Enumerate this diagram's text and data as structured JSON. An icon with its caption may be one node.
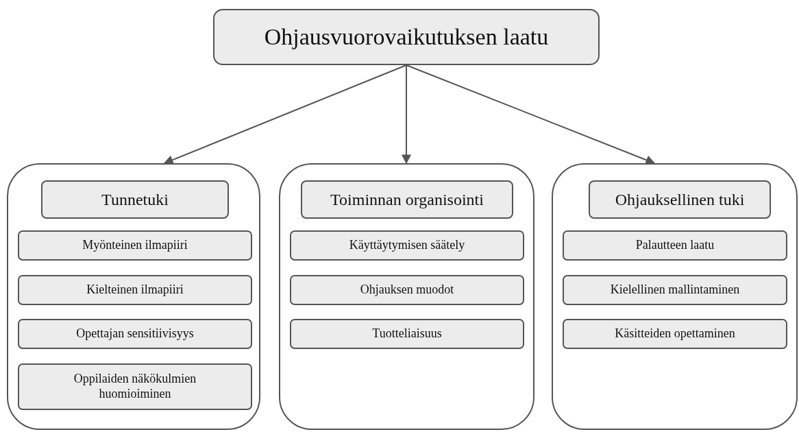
{
  "diagram": {
    "nodes": [
      {
        "text": [
          "Ohjausvuorovaikutuksen laatu"
        ]
      },
      {
        "text": [],
        "shape": "box"
      },
      {
        "text": [
          "Tunnetuki"
        ],
        "in": 1
      },
      {
        "text": [
          "Myönteinen ilmapiiri"
        ],
        "in": 1
      },
      {
        "text": [
          "Kielteinen ilmapiiri"
        ],
        "in": 1
      },
      {
        "text": [
          "Opettajan sensitiivisyys"
        ],
        "in": 1
      },
      {
        "text": [
          "Oppilaiden näkökulmien huomioiminen"
        ],
        "in": 1
      },
      {
        "text": [],
        "shape": "box"
      },
      {
        "text": [
          "Toiminnan organisointi"
        ],
        "in": 7
      },
      {
        "text": [
          "Käyttäytymisen säätely"
        ],
        "in": 7
      },
      {
        "text": [
          "Ohjauksen muodot"
        ],
        "in": 7
      },
      {
        "text": [
          "Tuotteliaisuus"
        ],
        "in": 7
      },
      {
        "text": [],
        "shape": "box"
      },
      {
        "text": [
          "Ohjauksellinen tuki"
        ],
        "in": 12
      },
      {
        "text": [
          "Palautteen laatu"
        ],
        "in": 12
      },
      {
        "text": [
          "Kielellinen mallintaminen"
        ],
        "in": 12
      },
      {
        "text": [
          "Käsitteiden opettaminen"
        ],
        "in": 12
      }
    ],
    "edges": [
      {
        "from": 0,
        "to": 1,
        "arrow": "to"
      },
      {
        "from": 0,
        "to": 7,
        "arrow": "to"
      },
      {
        "from": 0,
        "to": 12,
        "arrow": "to"
      }
    ]
  }
}
